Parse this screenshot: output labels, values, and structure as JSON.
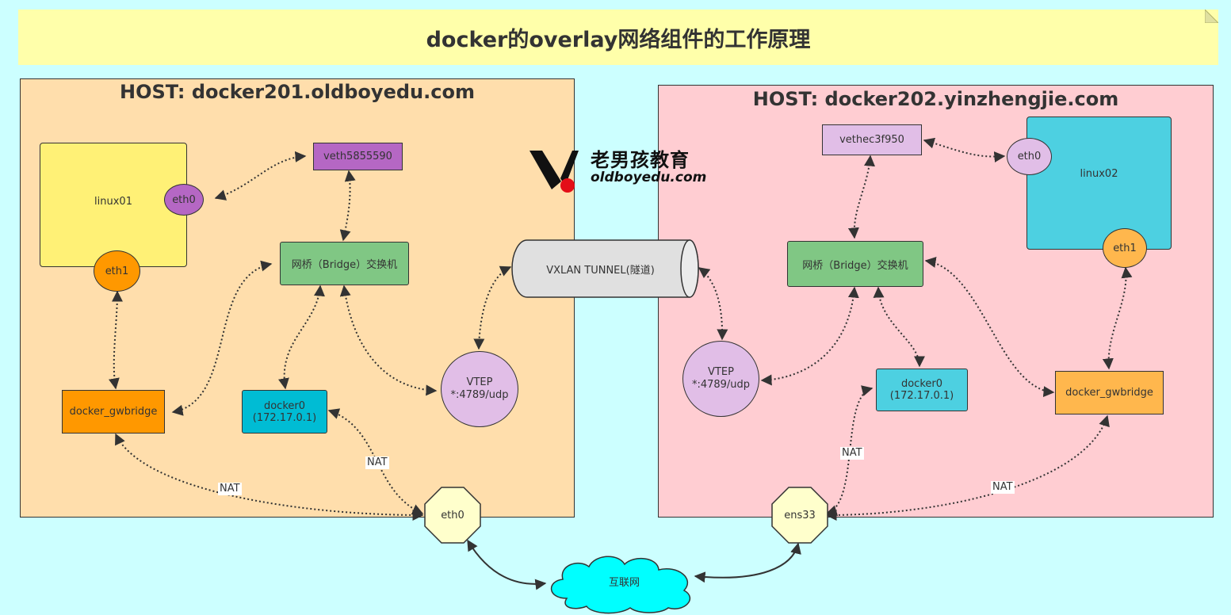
{
  "title": "docker的overlay网络组件的工作原理",
  "colors": {
    "background": "#ccffff",
    "title_bg": "#ffffaa",
    "host1_bg": "#ffdeac",
    "host2_bg": "#ffcdd2",
    "bridge": "#80c784",
    "veth1": "#b567c4",
    "veth2": "#e1bee7",
    "container1": "#fff176",
    "container2": "#4dd0e1",
    "docker0_1": "#00bcd4",
    "docker0_2": "#4dd0e1",
    "gwbridge1": "#ff9800",
    "gwbridge2": "#ffb74d",
    "internet": "#00ffff"
  },
  "logo": {
    "cn": "老男孩教育",
    "en": "oldboyedu.com"
  },
  "host1": {
    "title": "HOST: docker201.oldboyedu.com",
    "container": "linux01",
    "eth0": "eth0",
    "eth1": "eth1",
    "veth": "veth5855590",
    "bridge": "网桥（Bridge）交换机",
    "gwbridge": "docker_gwbridge",
    "docker0_name": "docker0",
    "docker0_ip": "(172.17.0.1)",
    "vtep_line1": "VTEP",
    "vtep_line2": "*:4789/udp",
    "phys_if": "eth0",
    "nat1": "NAT",
    "nat2": "NAT"
  },
  "host2": {
    "title": "HOST: docker202.yinzhengjie.com",
    "container": "linux02",
    "eth0": "eth0",
    "eth1": "eth1",
    "veth": "vethec3f950",
    "bridge": "网桥（Bridge）交换机",
    "gwbridge": "docker_gwbridge",
    "docker0_name": "docker0",
    "docker0_ip": "(172.17.0.1)",
    "vtep_line1": "VTEP",
    "vtep_line2": "*:4789/udp",
    "phys_if": "ens33",
    "nat1": "NAT",
    "nat2": "NAT"
  },
  "tunnel": "VXLAN TUNNEL(隧道)",
  "internet": "互联网"
}
